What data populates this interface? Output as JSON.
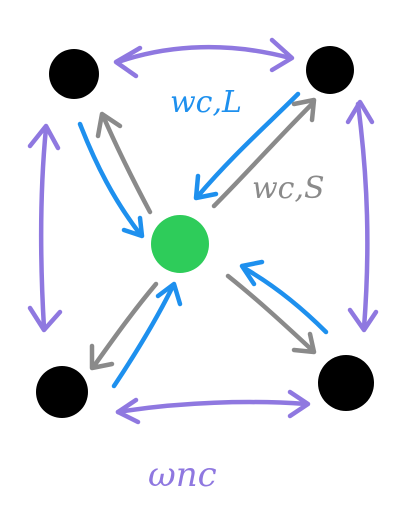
{
  "diagram": {
    "nodes": [
      {
        "id": "top-left",
        "kind": "peripheral"
      },
      {
        "id": "top-right",
        "kind": "peripheral"
      },
      {
        "id": "bottom-left",
        "kind": "peripheral"
      },
      {
        "id": "bottom-right",
        "kind": "peripheral"
      },
      {
        "id": "center",
        "kind": "central"
      }
    ],
    "edges": [
      {
        "from": "top-left",
        "to": "top-right",
        "type": "nc",
        "bidirectional": true
      },
      {
        "from": "top-left",
        "to": "bottom-left",
        "type": "nc",
        "bidirectional": true
      },
      {
        "from": "top-right",
        "to": "bottom-right",
        "type": "nc",
        "bidirectional": true
      },
      {
        "from": "bottom-left",
        "to": "bottom-right",
        "type": "nc",
        "bidirectional": true
      },
      {
        "from": "center",
        "to": "top-left",
        "type": "cs"
      },
      {
        "from": "top-left",
        "to": "center",
        "type": "cl"
      },
      {
        "from": "center",
        "to": "top-right",
        "type": "cs"
      },
      {
        "from": "top-right",
        "to": "center",
        "type": "cl"
      },
      {
        "from": "center",
        "to": "bottom-left",
        "type": "cs"
      },
      {
        "from": "bottom-left",
        "to": "center",
        "type": "cl"
      },
      {
        "from": "center",
        "to": "bottom-right",
        "type": "cs"
      },
      {
        "from": "bottom-right",
        "to": "center",
        "type": "cl"
      }
    ],
    "labels": {
      "w_cl": "wc,L",
      "w_cs": "wc,S",
      "w_nc": "ωnc"
    },
    "colors": {
      "peripheral_node": "#000000",
      "central_node": "#2ecc5a",
      "nc_arrow": "#8f78e0",
      "cl_arrow": "#1e90ee",
      "cs_arrow": "#8a8a8a"
    }
  }
}
